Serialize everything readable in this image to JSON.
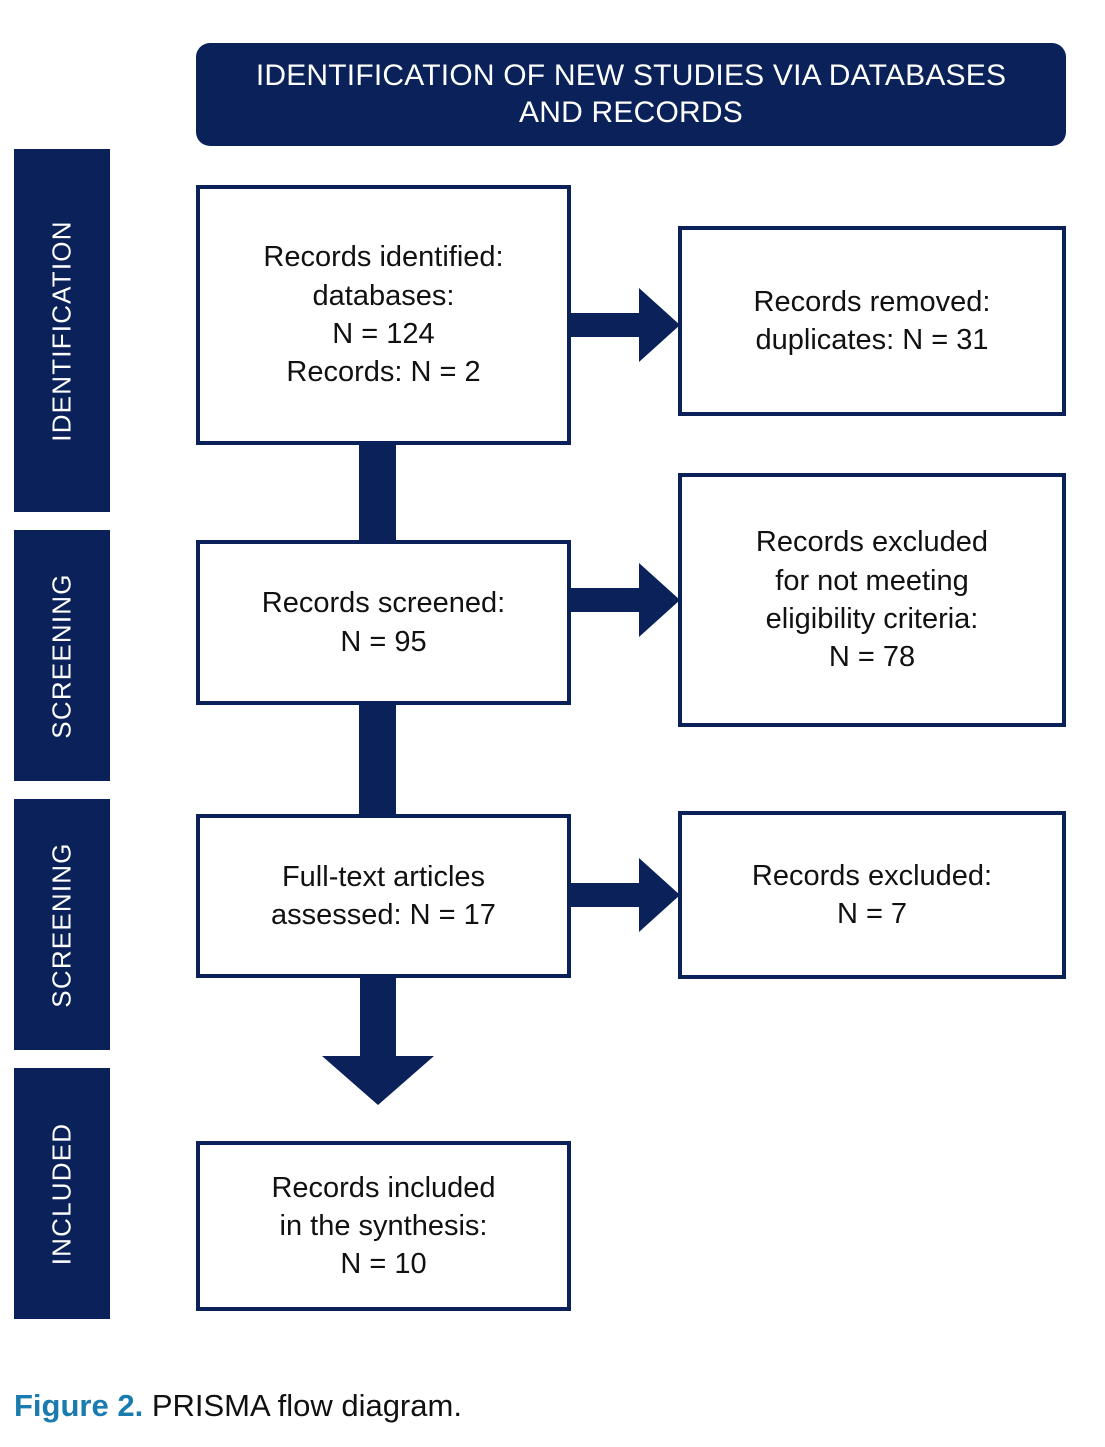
{
  "figure": {
    "header_title": "IDENTIFICATION OF NEW STUDIES VIA DATABASES AND RECORDS",
    "caption_label": "Figure 2.",
    "caption_text": "PRISMA flow diagram.",
    "colors": {
      "navy": "#0a2259",
      "caption_accent": "#1a7cae",
      "box_fill": "#ffffff",
      "box_text": "#111111",
      "page_background": "#ffffff"
    }
  },
  "stages": [
    {
      "label": "IDENTIFICATION"
    },
    {
      "label": "SCREENING"
    },
    {
      "label": "SCREENING"
    },
    {
      "label": "INCLUDED"
    }
  ],
  "boxes": {
    "identified": {
      "lines": [
        "Records identified:",
        "databases:",
        "N = 124",
        "Records: N = 2"
      ],
      "text": "Records identified: databases: N = 124 Records: N = 2"
    },
    "removed": {
      "lines": [
        "Records removed:",
        "duplicates: N = 31"
      ],
      "text": "Records removed: duplicates: N = 31"
    },
    "screened": {
      "lines": [
        "Records screened:",
        "N = 95"
      ],
      "text": "Records screened: N = 95"
    },
    "excluded_eligibility": {
      "lines": [
        "Records excluded",
        "for not meeting",
        "eligibility criteria:",
        "N = 78"
      ],
      "text": "Records excluded for not meeting eligibility criteria: N = 78"
    },
    "fulltext": {
      "lines": [
        "Full-text articles",
        "assessed: N = 17"
      ],
      "text": "Full-text articles assessed: N = 17"
    },
    "excluded_fulltext": {
      "lines": [
        "Records excluded:",
        "N = 7"
      ],
      "text": "Records excluded: N = 7"
    },
    "included": {
      "lines": [
        "Records included",
        "in the synthesis:",
        "N = 10"
      ],
      "text": "Records included in the synthesis: N = 10"
    }
  },
  "counts": {
    "records_identified_databases": 124,
    "records_identified_records": 2,
    "records_removed_duplicates": 31,
    "records_screened": 95,
    "records_excluded_eligibility": 78,
    "fulltext_assessed": 17,
    "fulltext_excluded": 7,
    "records_included": 10
  }
}
